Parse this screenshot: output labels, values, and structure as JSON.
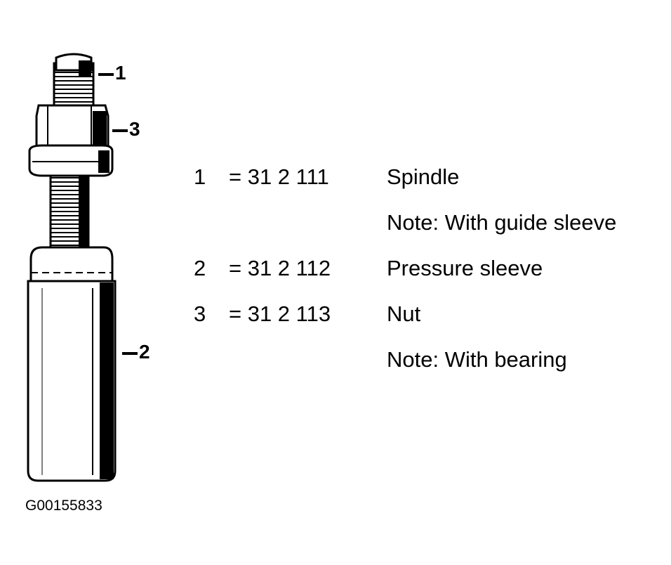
{
  "callouts": [
    {
      "label": "1"
    },
    {
      "label": "3"
    },
    {
      "label": "2"
    }
  ],
  "legend": [
    {
      "num": "1",
      "code": "= 31 2 111",
      "desc": "Spindle"
    },
    {
      "num": "",
      "code": "",
      "desc": "Note: With guide sleeve"
    },
    {
      "num": "2",
      "code": "= 31 2 112",
      "desc": "Pressure sleeve"
    },
    {
      "num": "3",
      "code": "= 31 2 113",
      "desc": "Nut"
    },
    {
      "num": "",
      "code": "",
      "desc": "Note: With bearing"
    }
  ],
  "figure_id": "G00155833"
}
